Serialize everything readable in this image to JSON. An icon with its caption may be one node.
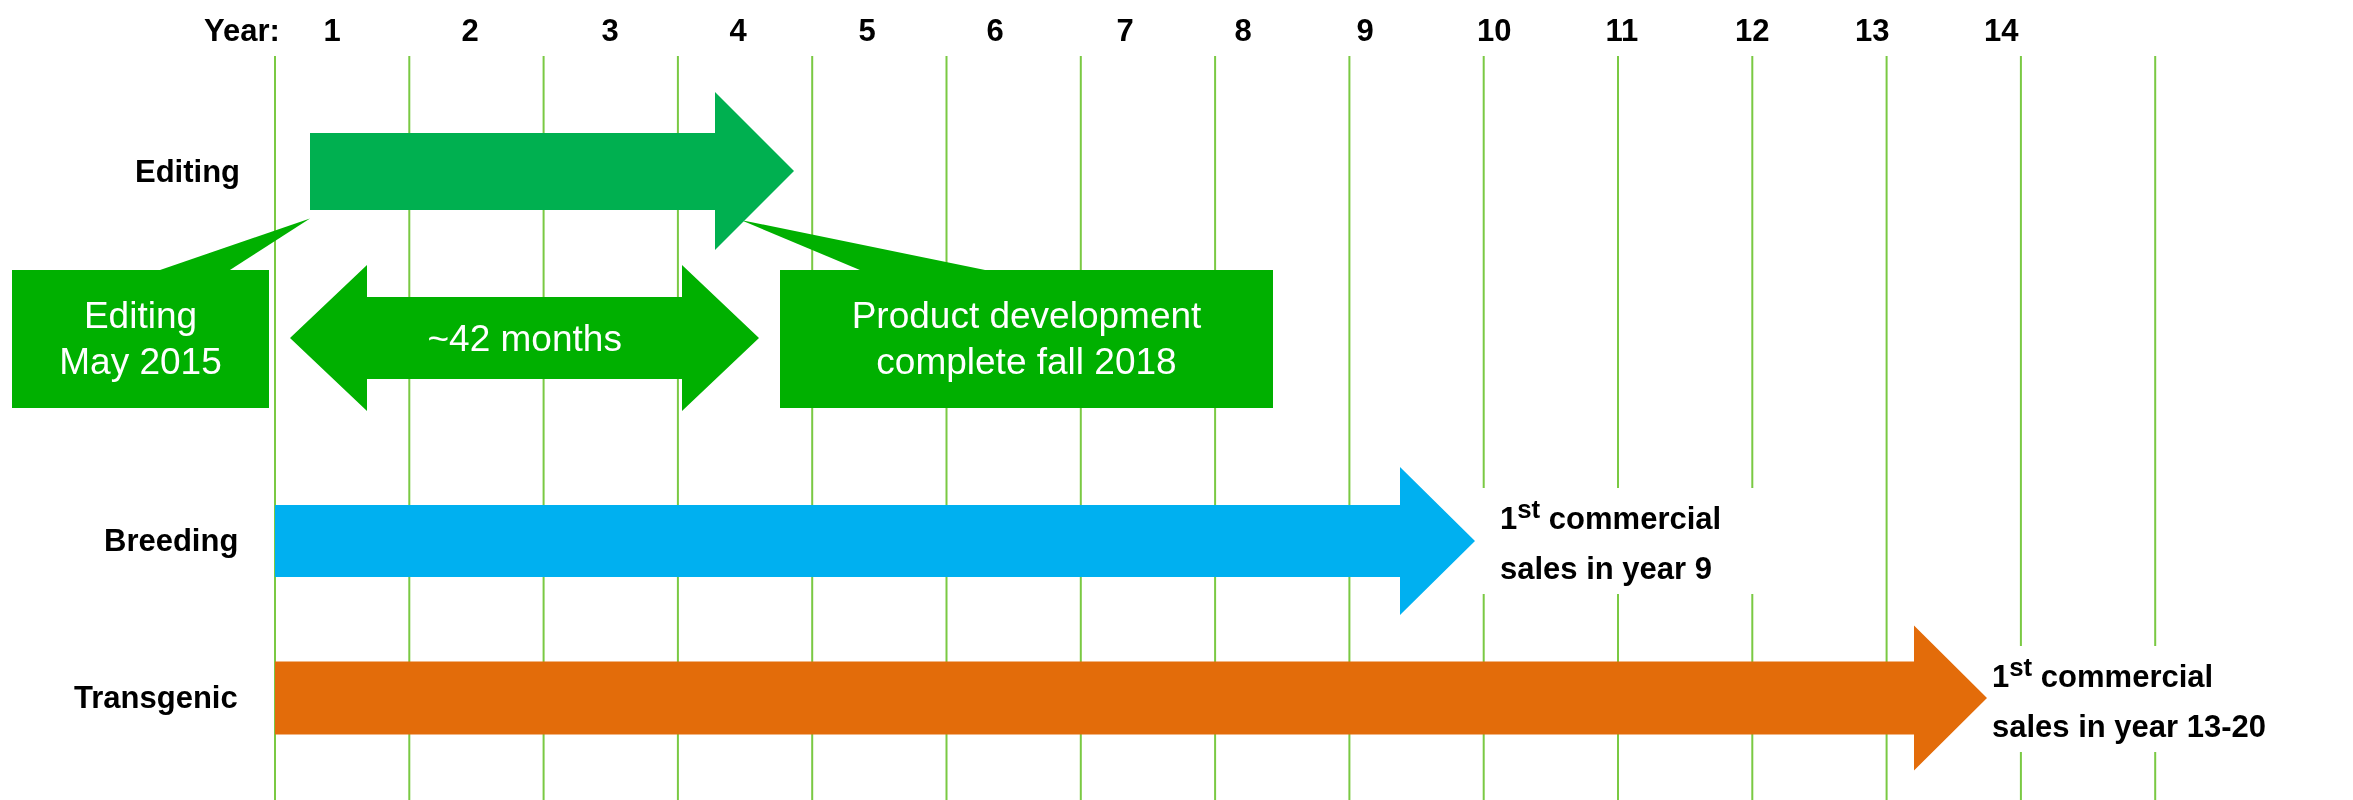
{
  "diagram": {
    "nodes": [
      {
        "text": [],
        "shape": "arrow"
      },
      {
        "text": [
          "Editing May 2015"
        ]
      },
      {
        "text": [
          "Product development complete fall 2018"
        ]
      },
      {
        "text": [
          "1$^{st}$ commercial sales in year 9"
        ]
      },
      {
        "text": [
          "1$^{st}$ commercial sales in year 13-20"
        ]
      }
    ],
    "edges": [
      {
        "from": 1,
        "to": 0,
        "arrow": "none"
      },
      {
        "from": 2,
        "to": 0,
        "arrow": "none"
      },
      {
        "from": 1,
        "to": 2,
        "arrow": "both",
        "label": "~42 months",
        "style": "thick"
      },
      {
        "from": null,
        "to": 3,
        "arrow": "to",
        "style": "thick",
        "color": "#00b0f0"
      },
      {
        "from": null,
        "to": 4,
        "arrow": "to",
        "style": "thick",
        "color": "#e36c0a"
      }
    ],
    "labels": [
      "Year:",
      "1",
      "2",
      "3",
      "4",
      "5",
      "6",
      "7",
      "8",
      "9",
      "10",
      "11",
      "12",
      "13",
      "14",
      "Editing",
      "Breeding",
      "Transgenic"
    ]
  }
}
